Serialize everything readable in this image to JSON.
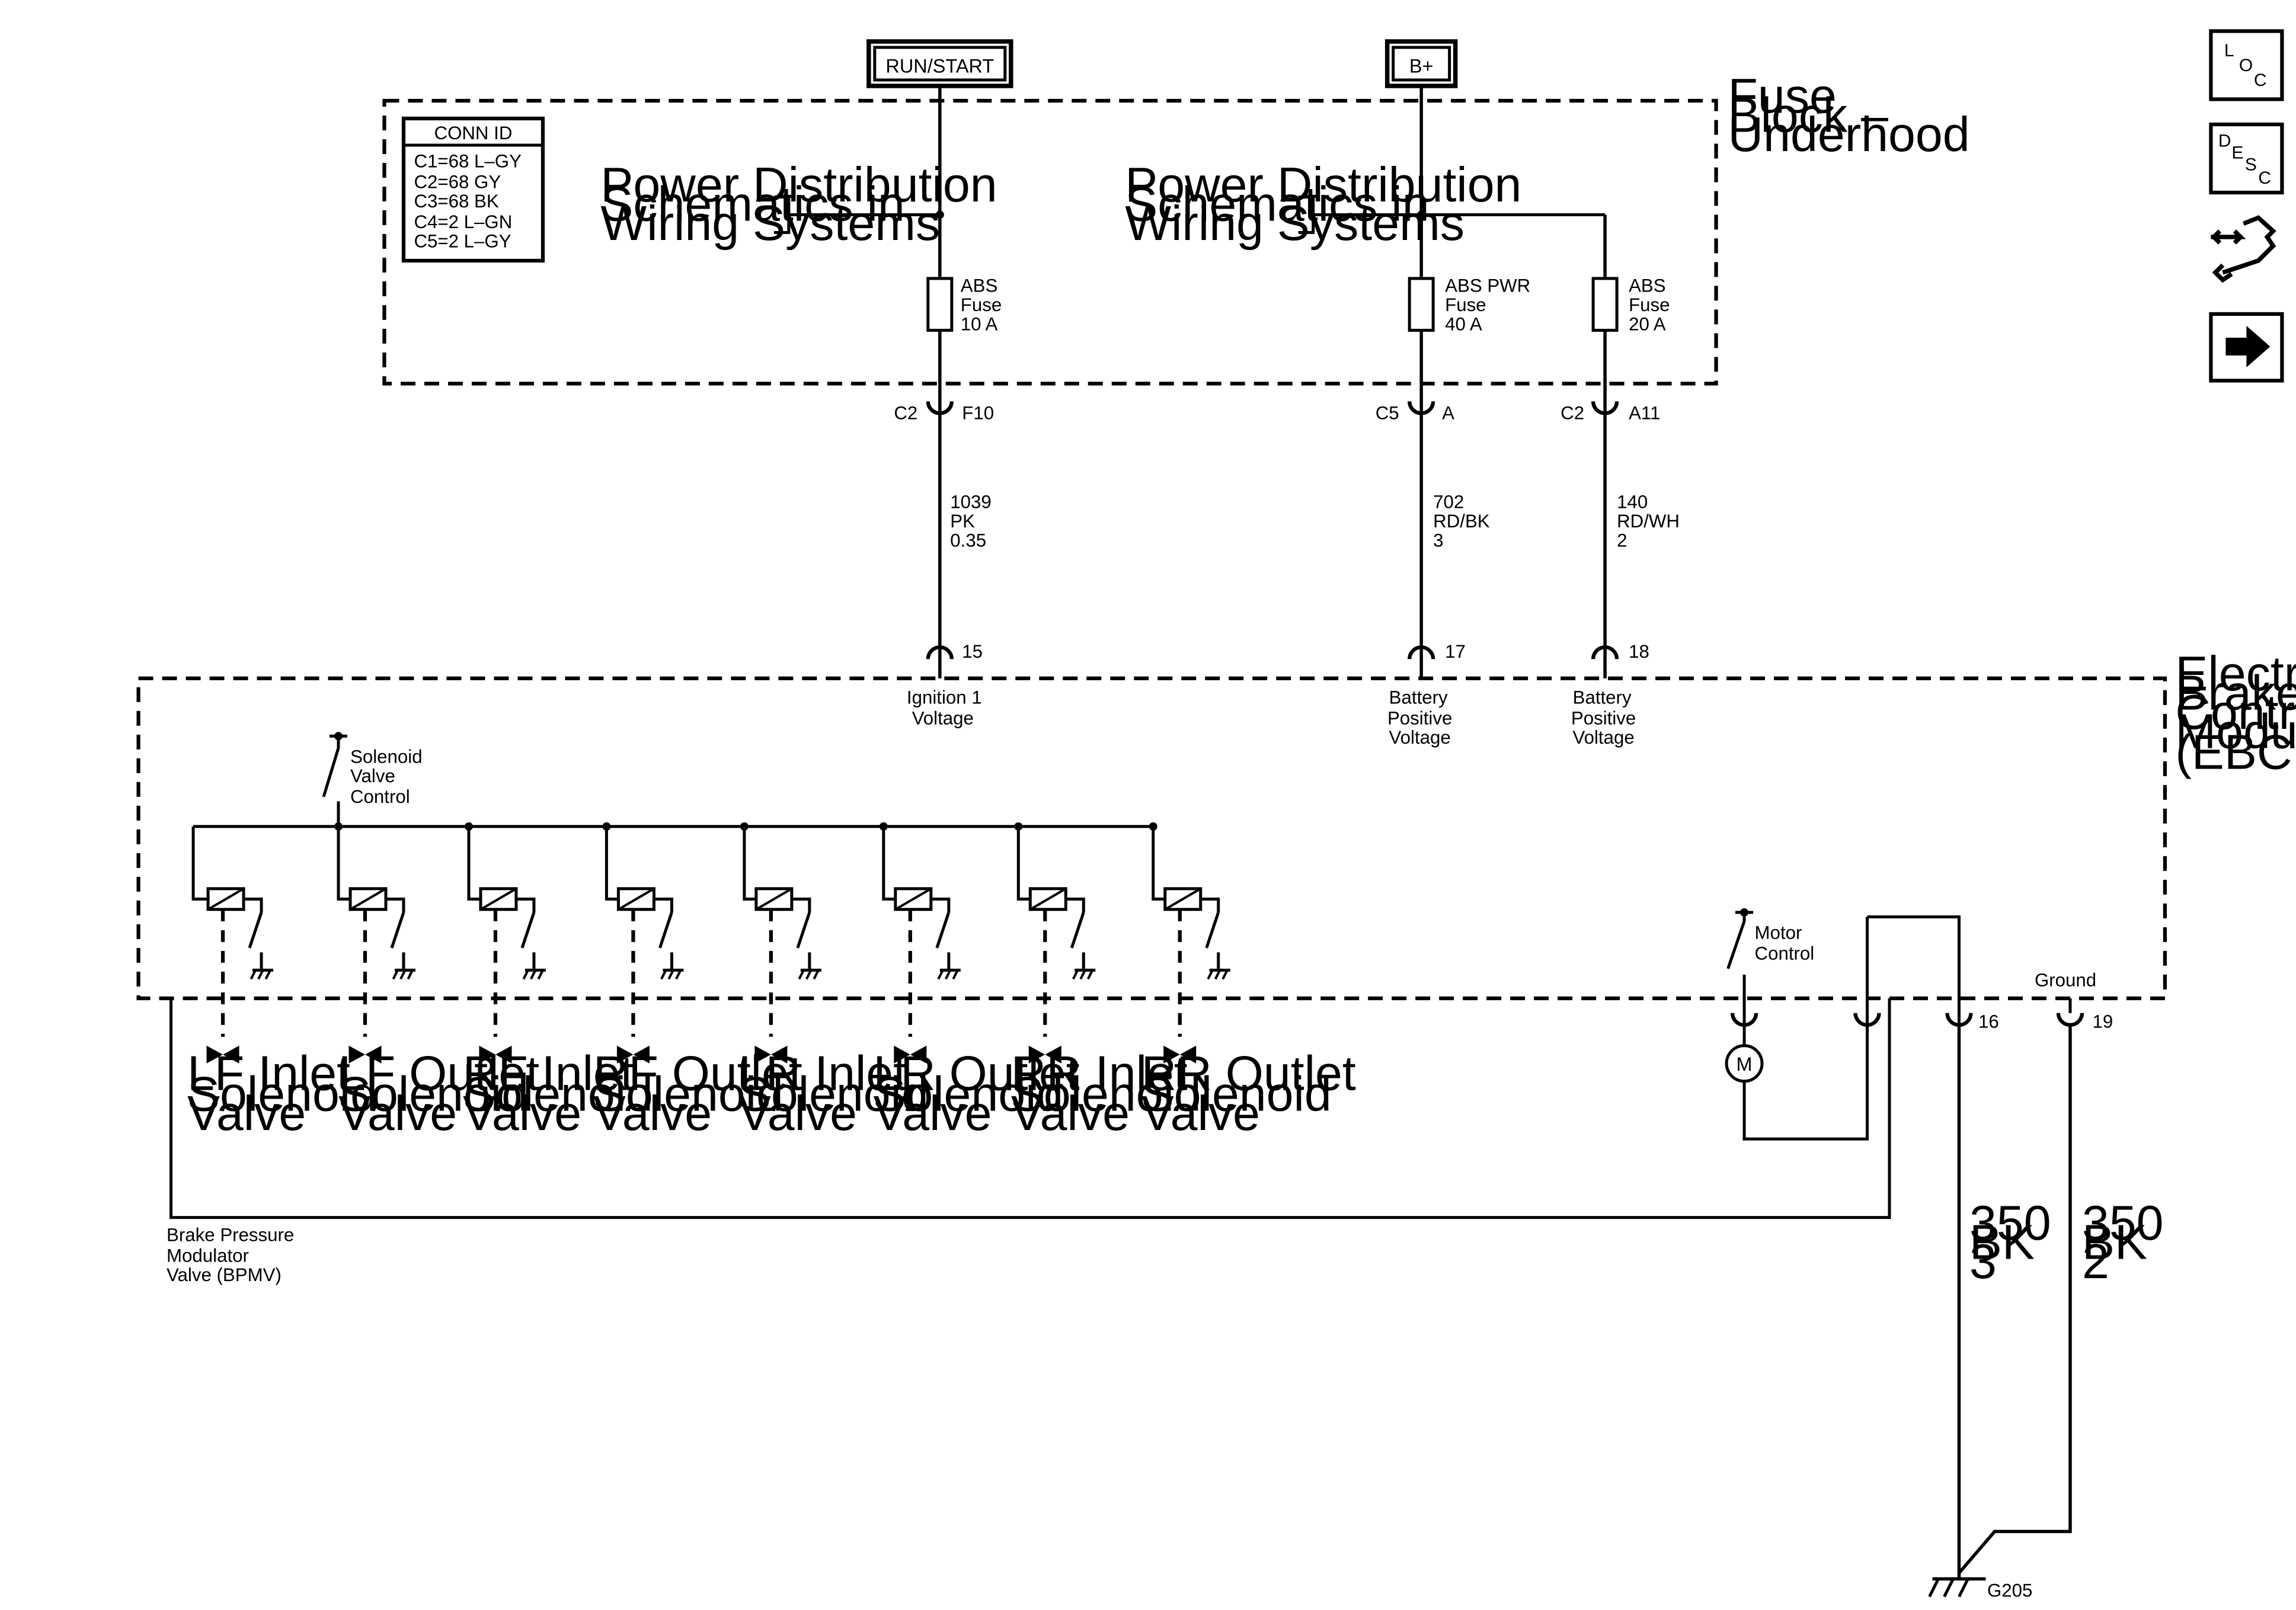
{
  "power_sources": {
    "run_start": "RUN/START",
    "b_plus": "B+"
  },
  "fuse_block": {
    "title": [
      "Fuse",
      "Block –",
      "Underhood"
    ],
    "conn_id": {
      "title": "CONN ID",
      "entries": [
        "C1=68 L–GY",
        "C2=68 GY",
        "C3=68 BK",
        "C4=2 L–GN",
        "C5=2 L–GY"
      ]
    },
    "power_distribution_left": [
      "Power Distribution",
      "Schematics in",
      "Wiring Systems"
    ],
    "power_distribution_right": [
      "Power Distribution",
      "Schematics in",
      "Wiring Systems"
    ],
    "fuses": [
      {
        "label": [
          "ABS",
          "Fuse",
          "10 A"
        ]
      },
      {
        "label": [
          "ABS PWR",
          "Fuse",
          "40 A"
        ]
      },
      {
        "label": [
          "ABS",
          "Fuse",
          "20 A"
        ]
      }
    ]
  },
  "connectors": [
    {
      "conn": "C2",
      "pin": "F10"
    },
    {
      "conn": "C5",
      "pin": "A"
    },
    {
      "conn": "C2",
      "pin": "A11"
    }
  ],
  "wires": [
    {
      "circuit": "1039",
      "color": "PK",
      "size": "0.35"
    },
    {
      "circuit": "702",
      "color": "RD/BK",
      "size": "3"
    },
    {
      "circuit": "140",
      "color": "RD/WH",
      "size": "2"
    }
  ],
  "ebcm": {
    "title": [
      "Electronic",
      "Brake",
      "Control",
      "Module",
      "(EBCM)"
    ],
    "pins": [
      {
        "pin": "15",
        "label": [
          "Ignition 1",
          "Voltage"
        ]
      },
      {
        "pin": "17",
        "label": [
          "Battery",
          "Positive",
          "Voltage"
        ]
      },
      {
        "pin": "18",
        "label": [
          "Battery",
          "Positive",
          "Voltage"
        ]
      }
    ],
    "solenoid_control": [
      "Solenoid",
      "Valve",
      "Control"
    ],
    "motor_control": [
      "Motor",
      "Control"
    ],
    "ground_label": "Ground",
    "ground_pins": [
      "16",
      "19"
    ],
    "motor_symbol": "M"
  },
  "valves": [
    [
      "LF Inlet",
      "Solenoid",
      "Valve"
    ],
    [
      "LF Outlet",
      "Solenoid",
      "Valve"
    ],
    [
      "RF Inlet",
      "Solenoid",
      "Valve"
    ],
    [
      "RF Outlet",
      "Solenoid",
      "Valve"
    ],
    [
      "LR Inlet",
      "Solenoid",
      "Valve"
    ],
    [
      "LR Outlet",
      "Solenoid",
      "Valve"
    ],
    [
      "RR Inlet",
      "Solenoid",
      "Valve"
    ],
    [
      "RR Outlet",
      "Solenoid",
      "Valve"
    ]
  ],
  "bpmv": [
    "Brake Pressure",
    "Modulator",
    "Valve (BPMV)"
  ],
  "ground_wires": [
    {
      "circuit": "350",
      "color": "BK",
      "size": "3"
    },
    {
      "circuit": "350",
      "color": "BK",
      "size": "2"
    }
  ],
  "ground_point": "G205",
  "nav": {
    "loc": {
      "letters": [
        "L",
        "O",
        "C"
      ]
    },
    "desc": {
      "letters": [
        "D",
        "E",
        "S",
        "C"
      ]
    },
    "service_icon": "connector-service-icon",
    "next_icon": "arrow-right-icon"
  }
}
